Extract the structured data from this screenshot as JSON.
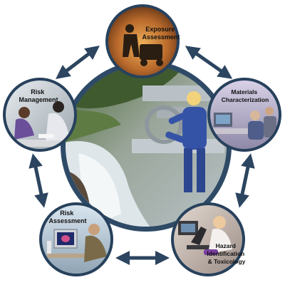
{
  "nodes": [
    {
      "id": "exposure",
      "lines": [
        "Exposure",
        "Assessment"
      ]
    },
    {
      "id": "materials",
      "lines": [
        "Materials",
        "Characterization"
      ]
    },
    {
      "id": "hazard",
      "lines": [
        "Hazard",
        "Identification",
        "& Toxicology"
      ]
    },
    {
      "id": "risk-assessment",
      "lines": [
        "Risk",
        "Assessment"
      ]
    },
    {
      "id": "risk-management",
      "lines": [
        "Risk",
        "Management"
      ]
    }
  ],
  "colors": {
    "ring": "#2e4a66",
    "arrow": "#2c4560",
    "node_border": "#27415c",
    "water": "#cfd8de",
    "foliage": "#4d6a3a"
  },
  "icons": [
    "worker-with-machine-icon",
    "lab-microscope-icon",
    "scientist-microscope-icon",
    "computer-workstation-icon",
    "meeting-people-icon"
  ]
}
